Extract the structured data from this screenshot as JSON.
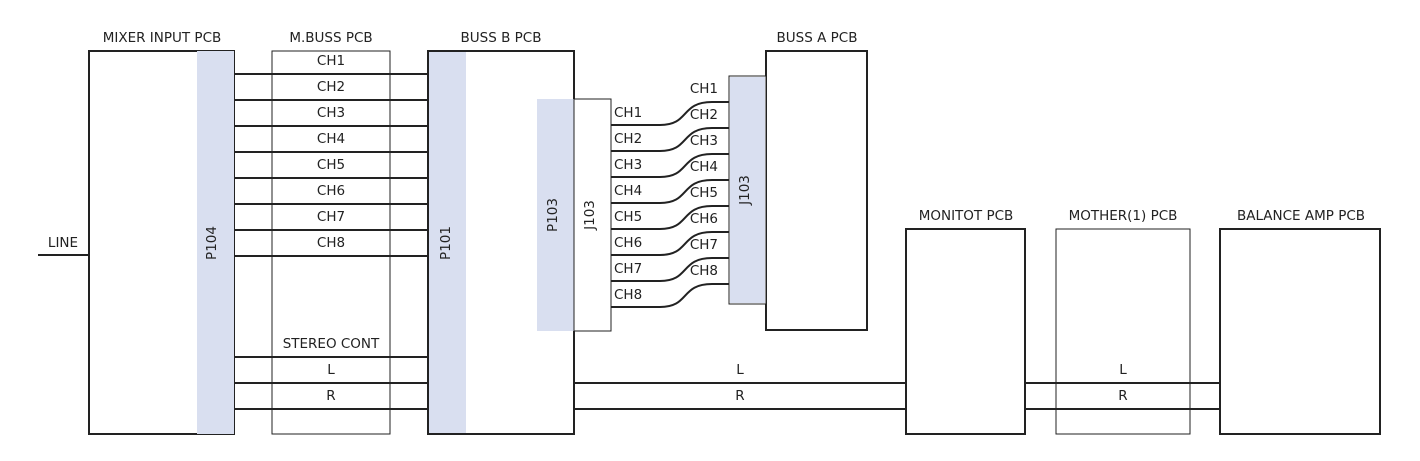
{
  "pcbs": {
    "mixer_input": "MIXER INPUT PCB",
    "mbuss": "M.BUSS PCB",
    "buss_b": "BUSS B PCB",
    "buss_a": "BUSS A PCB",
    "monitor": "MONITOT PCB",
    "mother": "MOTHER(1) PCB",
    "balance_amp": "BALANCE AMP PCB"
  },
  "connectors": {
    "p104": "P104",
    "p101": "P101",
    "p103": "P103",
    "j103_left": "J103",
    "j103_right": "J103"
  },
  "signals": {
    "line": "LINE",
    "stereo_cont": "STEREO CONT",
    "left": "L",
    "right": "R"
  },
  "mbuss_channels": [
    "CH1",
    "CH2",
    "CH3",
    "CH4",
    "CH5",
    "CH6",
    "CH7",
    "CH8"
  ],
  "buss_b_side_channels": [
    "CH1",
    "CH2",
    "CH3",
    "CH4",
    "CH5",
    "CH6",
    "CH7",
    "CH8"
  ],
  "buss_a_side_channels": [
    "CH1",
    "CH2",
    "CH3",
    "CH4",
    "CH5",
    "CH6",
    "CH7",
    "CH8"
  ],
  "colors": {
    "connector_fill": "#d9dff0",
    "line": "#222222"
  }
}
